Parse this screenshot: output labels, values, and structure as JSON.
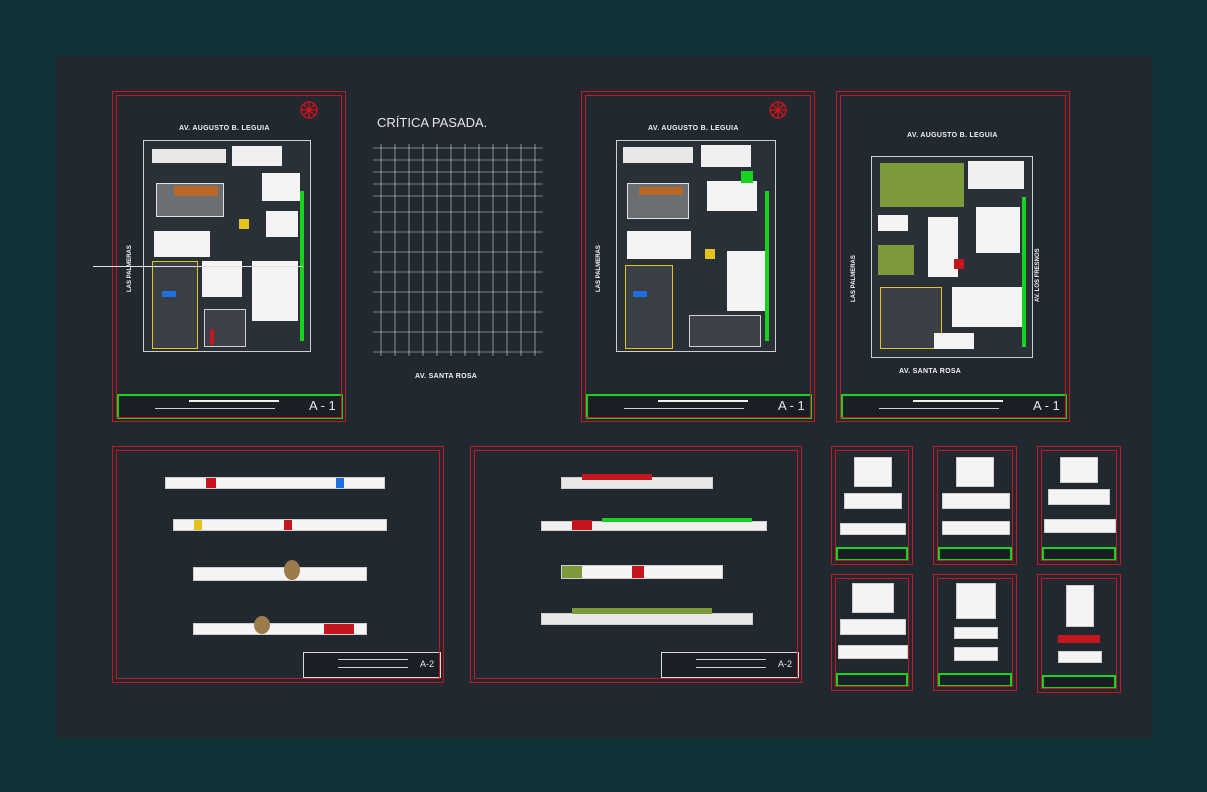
{
  "grid_title": "CRÍTICA PASADA.",
  "sheets": {
    "plan1": {
      "street_top": "AV. AUGUSTO B. LEGUIA",
      "street_side": "LAS PALMERAS",
      "sheet_num": "A - 1"
    },
    "plan2": {
      "street_top": "AV. AUGUSTO B. LEGUIA",
      "street_side": "LAS PALMERAS",
      "sheet_num": "A - 1"
    },
    "plan3": {
      "street_top": "AV. AUGUSTO B. LEGUIA",
      "street_side": "LAS PALMERAS",
      "street_right": "AV. LOS FRESNOS",
      "street_bottom": "AV. SANTA ROSA",
      "sheet_num": "A - 1"
    },
    "grid": {
      "street_bottom": "AV. SANTA ROSA"
    },
    "sections": {
      "sheet_num": "A-2"
    },
    "elevations": {
      "sheet_num": "A-2"
    }
  },
  "colors": {
    "background": "#0f3236",
    "canvas": "#212830",
    "frame": "#c4161c",
    "titleblock": "#19d11f",
    "grass": "#7d9a3a",
    "accent_blue": "#1f6fe0"
  }
}
